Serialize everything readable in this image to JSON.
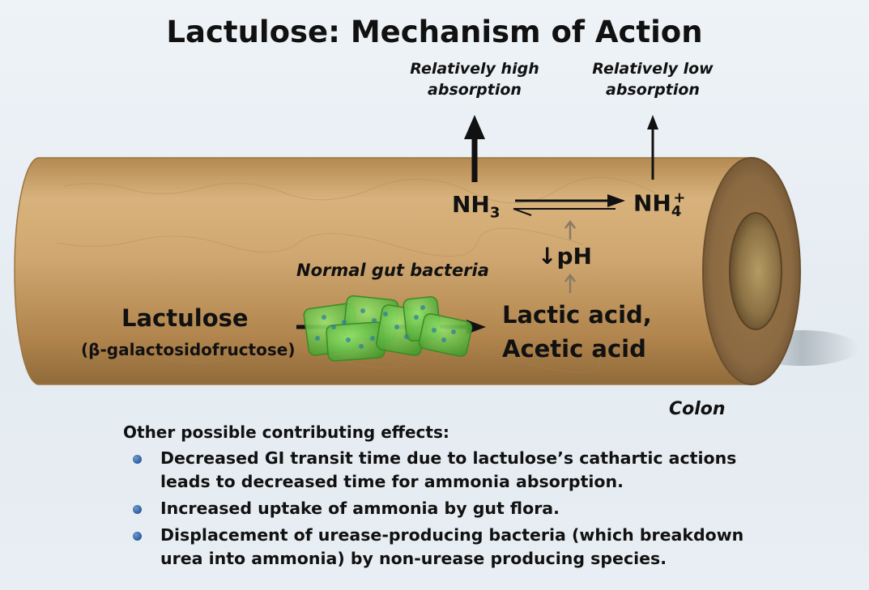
{
  "title": "Lactulose: Mechanism of Action",
  "absorption": {
    "high": [
      "Relatively high",
      "absorption"
    ],
    "low": [
      "Relatively low",
      "absorption"
    ]
  },
  "diagram": {
    "nh3": "NH",
    "nh3_sub": "3",
    "nh4": "NH",
    "nh4_sub": "4",
    "nh4_sup": "+",
    "ph_arrow": "↓",
    "ph": "pH",
    "bacteria_label": "Normal gut bacteria",
    "lactulose": "Lactulose",
    "lactulose_chem": "(β-galactosidofructose)",
    "acid_1": "Lactic acid,",
    "acid_2": "Acetic acid",
    "colon": "Colon"
  },
  "colors": {
    "tube": "#c9a06a",
    "bacteria": "#5cc43a",
    "arrow": "#111111",
    "small_arrow": "#8a7a66",
    "bullet": "#2b5c9e"
  },
  "effects": {
    "heading": "Other possible contributing effects:",
    "items": [
      [
        "Decreased GI transit time due to lactulose’s cathartic actions",
        "leads to decreased time for ammonia absorption."
      ],
      [
        "Increased uptake of ammonia by gut flora."
      ],
      [
        "Displacement of urease-producing bacteria (which breakdown",
        "urea into ammonia) by non-urease producing species."
      ]
    ]
  }
}
